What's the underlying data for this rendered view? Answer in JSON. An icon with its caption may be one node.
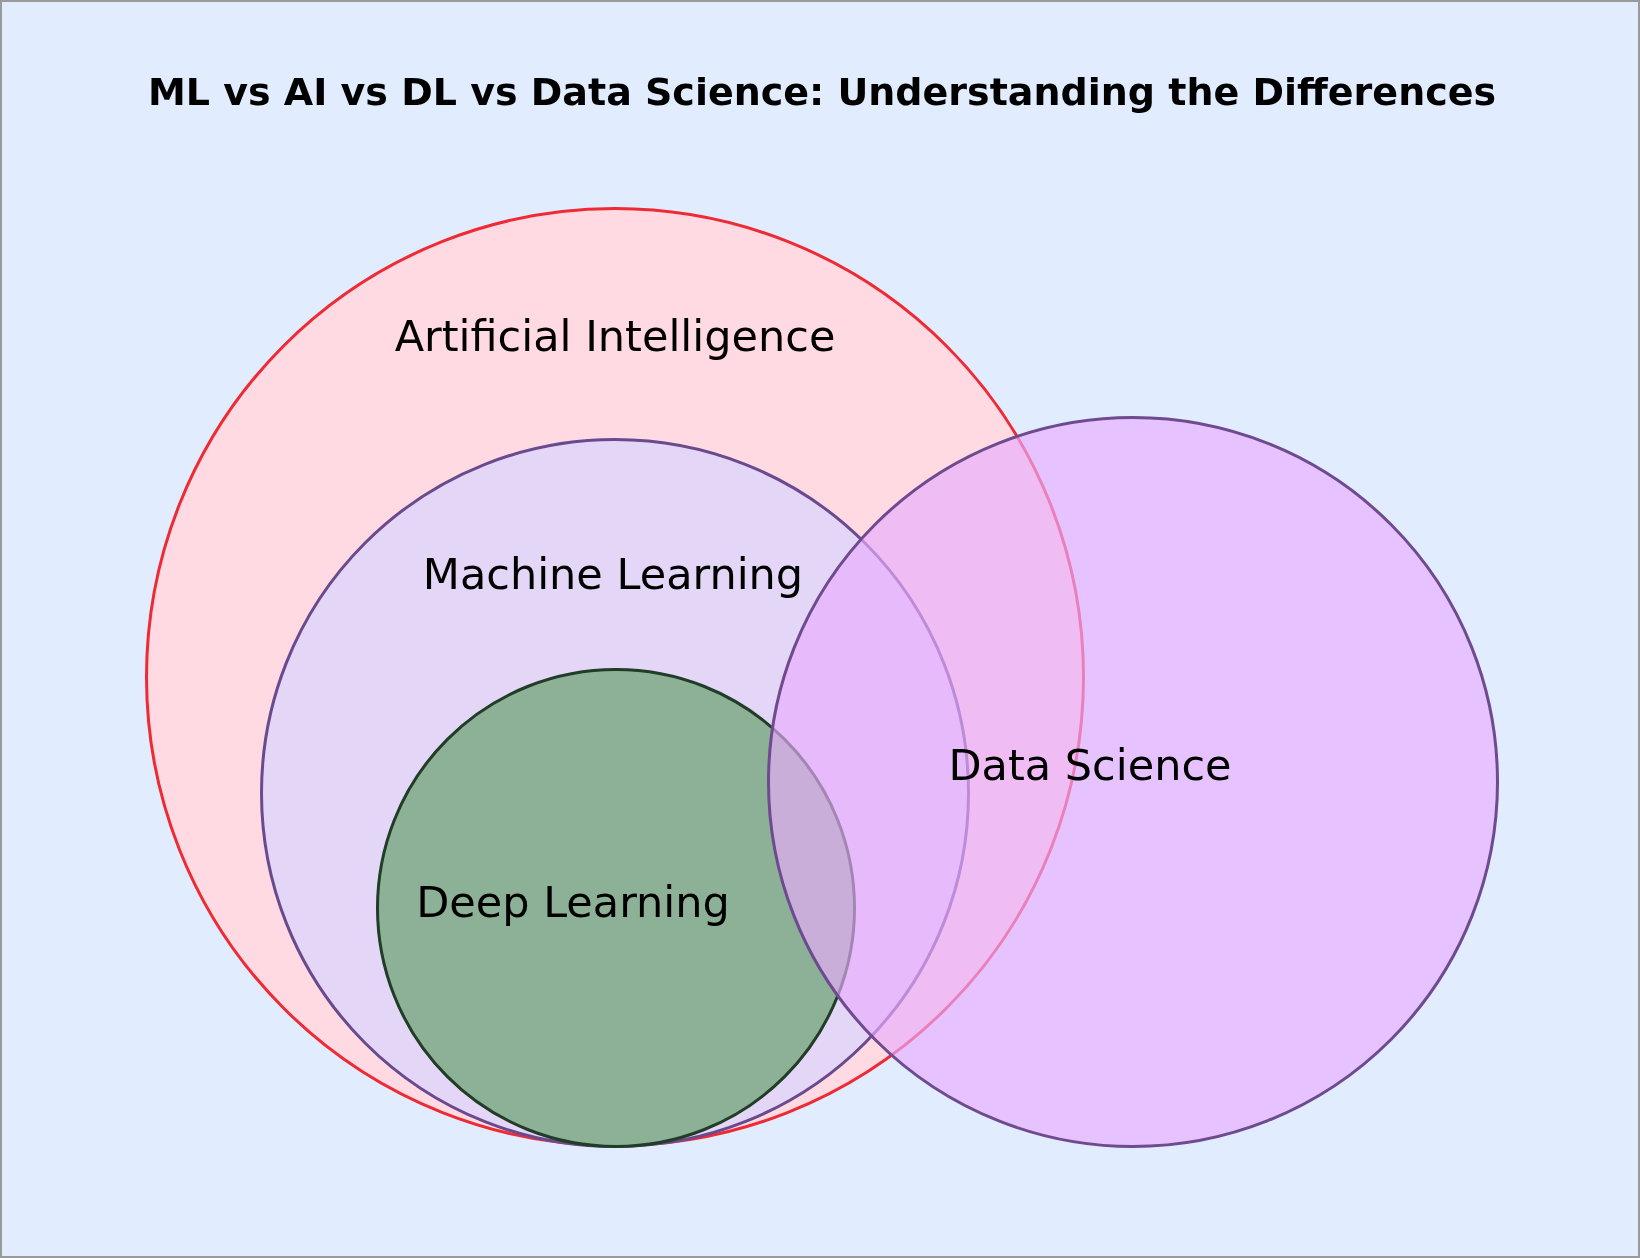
{
  "diagram": {
    "title": "ML vs AI vs DL vs Data Science: Understanding the Differences",
    "nodes": [
      {
        "text": [
          "Artificial Intelligence"
        ]
      },
      {
        "text": [
          "Machine Learning"
        ],
        "in": 0
      },
      {
        "text": [
          "Deep Learning"
        ],
        "in": 1
      },
      {
        "text": [
          "Data Science"
        ]
      }
    ]
  }
}
